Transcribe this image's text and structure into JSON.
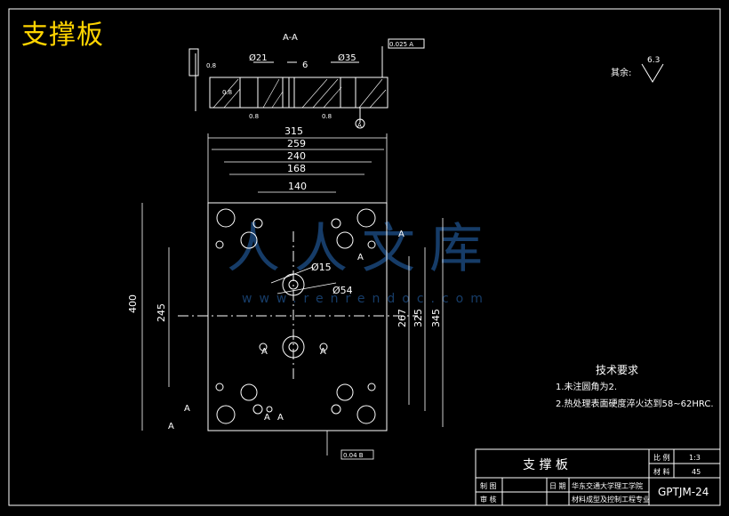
{
  "title": "支撑板",
  "section_label": "A-A",
  "roughness": {
    "label": "其余:",
    "value": "6.3"
  },
  "flatness_tol": "0.025 A",
  "parallel_tol": "0.04 B",
  "datum_a": "A",
  "section_marks": [
    "A",
    "A",
    "A",
    "A",
    "A",
    "A",
    "A",
    "A"
  ],
  "dims": {
    "d315": "315",
    "d259": "259",
    "d240": "240",
    "d168": "168",
    "d140": "140",
    "d400": "400",
    "d245": "245",
    "d267": "267",
    "d325": "325",
    "d345": "345",
    "phi15": "Ø15",
    "phi54": "Ø54",
    "phi21": "Ø21",
    "phi35": "Ø35",
    "six": "6",
    "r08a": "0.8",
    "r08b": "0.8",
    "r08c": "0.8",
    "r08d": "0.8"
  },
  "tech_req": {
    "heading": "技术要求",
    "items": [
      "1.未注圆角为2.",
      "2.热处理表面硬度淬火达到58~62HRC."
    ]
  },
  "title_block": {
    "part_name": "支 撑 板",
    "scale_label": "比 例",
    "scale_value": "1:3",
    "material_label": "材 料",
    "material_value": "45",
    "drawing_no": "GPTJM-24",
    "designer_label": "制 图",
    "checker_label": "审 核",
    "date_label": "日 期",
    "school": "华东交通大学理工学院",
    "major": "材料成型及控制工程专业"
  },
  "watermark": {
    "text": "人人文库",
    "url": "www.renrendoc.com"
  }
}
